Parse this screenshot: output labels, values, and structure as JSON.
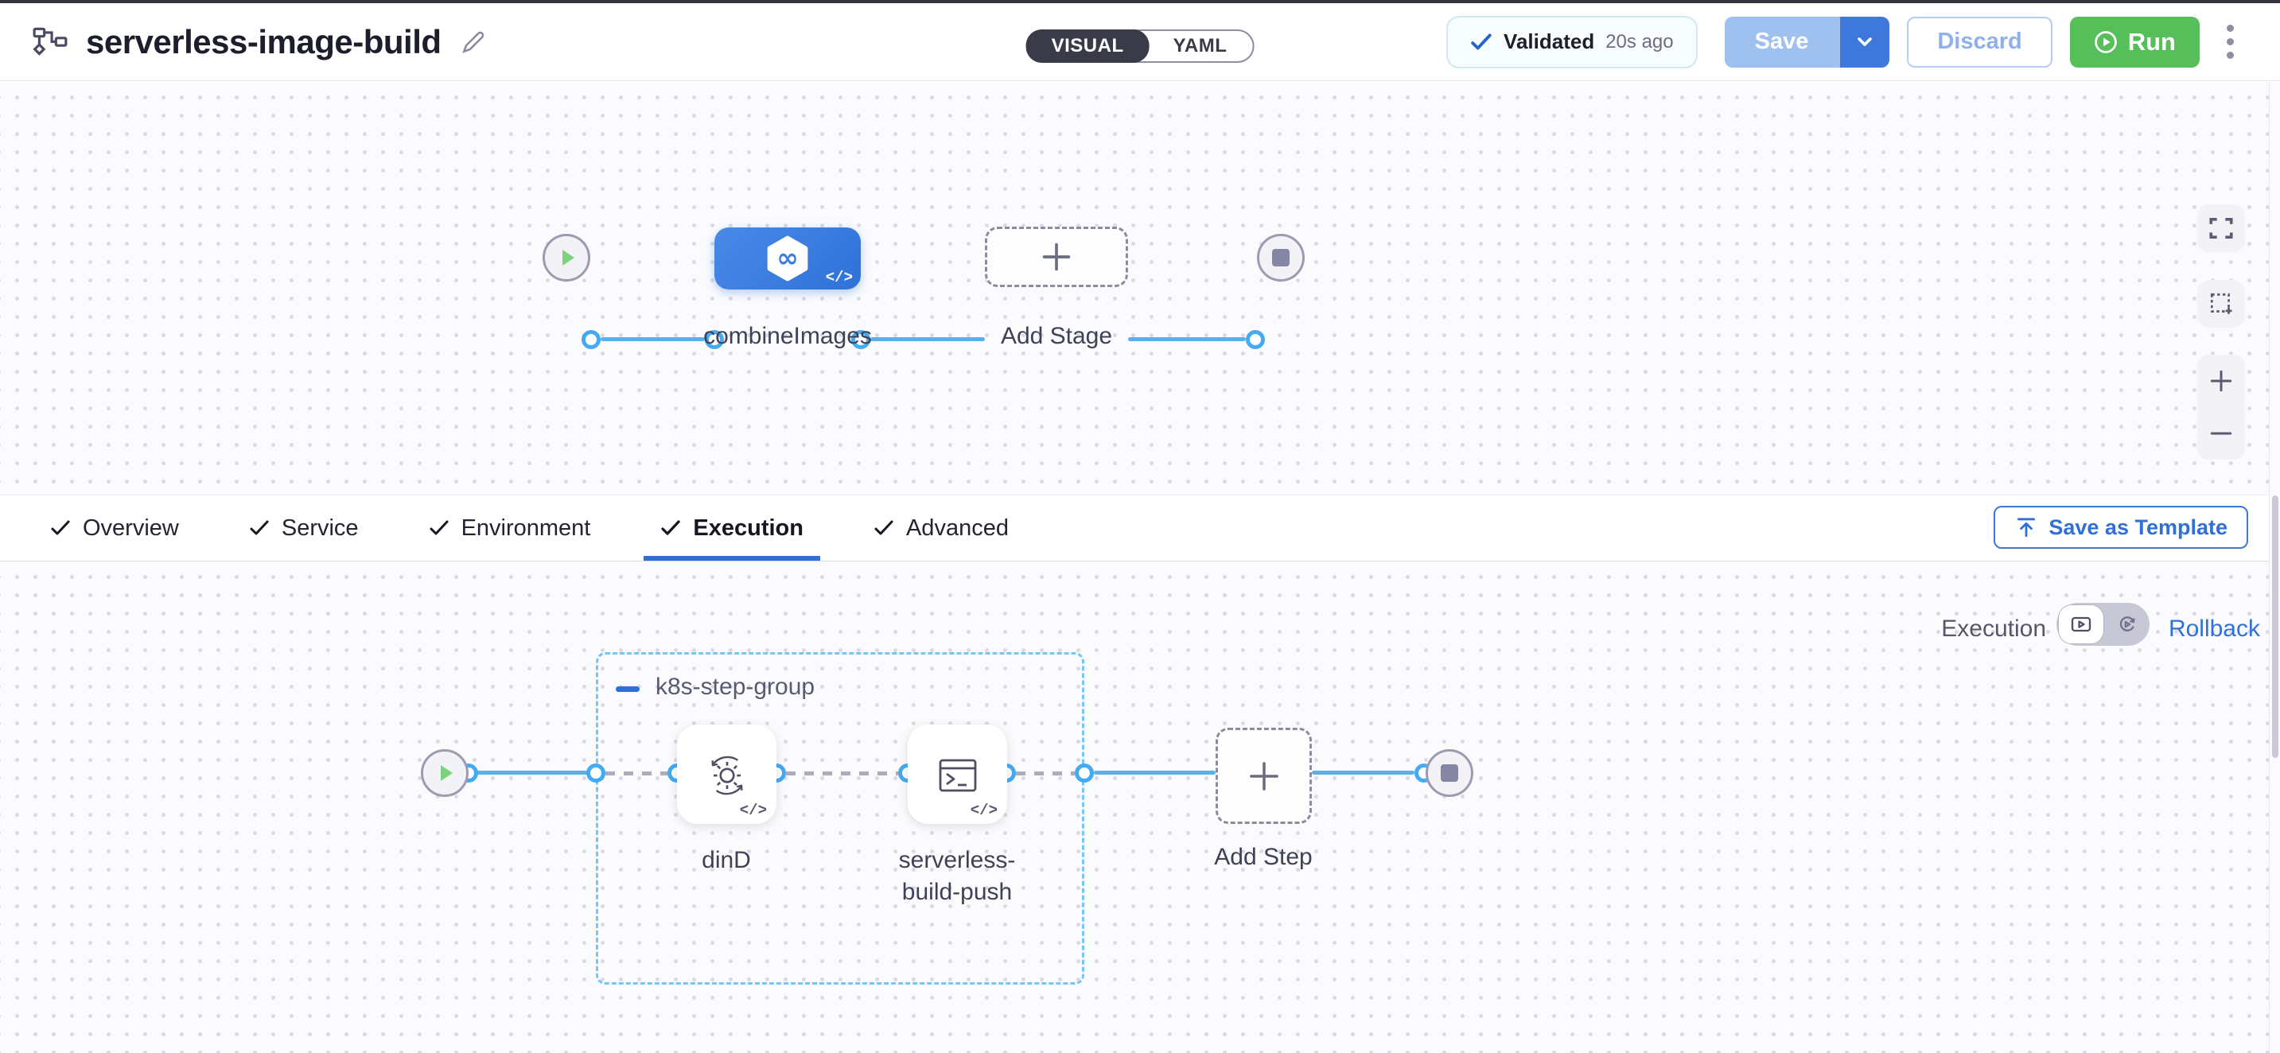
{
  "header": {
    "title": "serverless-image-build",
    "mode_visual": "VISUAL",
    "mode_yaml": "YAML",
    "validated_label": "Validated",
    "validated_time": "20s ago",
    "save_label": "Save",
    "discard_label": "Discard",
    "run_label": "Run"
  },
  "stage_canvas": {
    "stage_name": "combineImages",
    "add_stage_label": "Add Stage",
    "code_badge": "</>"
  },
  "tabs": {
    "items": [
      {
        "label": "Overview"
      },
      {
        "label": "Service"
      },
      {
        "label": "Environment"
      },
      {
        "label": "Execution"
      },
      {
        "label": "Advanced"
      }
    ],
    "active": "Execution",
    "save_as_template_label": "Save as Template"
  },
  "execution_canvas": {
    "mode_label": "Execution",
    "rollback_label": "Rollback",
    "step_group_name": "k8s-step-group",
    "step1_name": "dinD",
    "step2_name": "serverless-build-push",
    "add_step_label": "Add Step",
    "code_badge": "</>"
  },
  "icons": {
    "header_left": "pipeline-graph-icon",
    "stage_node": "ci-hexagon-infinity-icon",
    "step1": "gear-sync-icon",
    "step2": "terminal-icon"
  },
  "colors": {
    "accent_blue": "#2e71d9",
    "connector_blue": "#57b1f1",
    "run_green": "#57bf5a",
    "save_disabled_blue": "#9fc1ef",
    "stage_node_blue": "#3b7ce0",
    "group_border_blue": "#74c6f4",
    "toggle_dark": "#3a3b49",
    "canvas_dot": "#d9dae3"
  }
}
